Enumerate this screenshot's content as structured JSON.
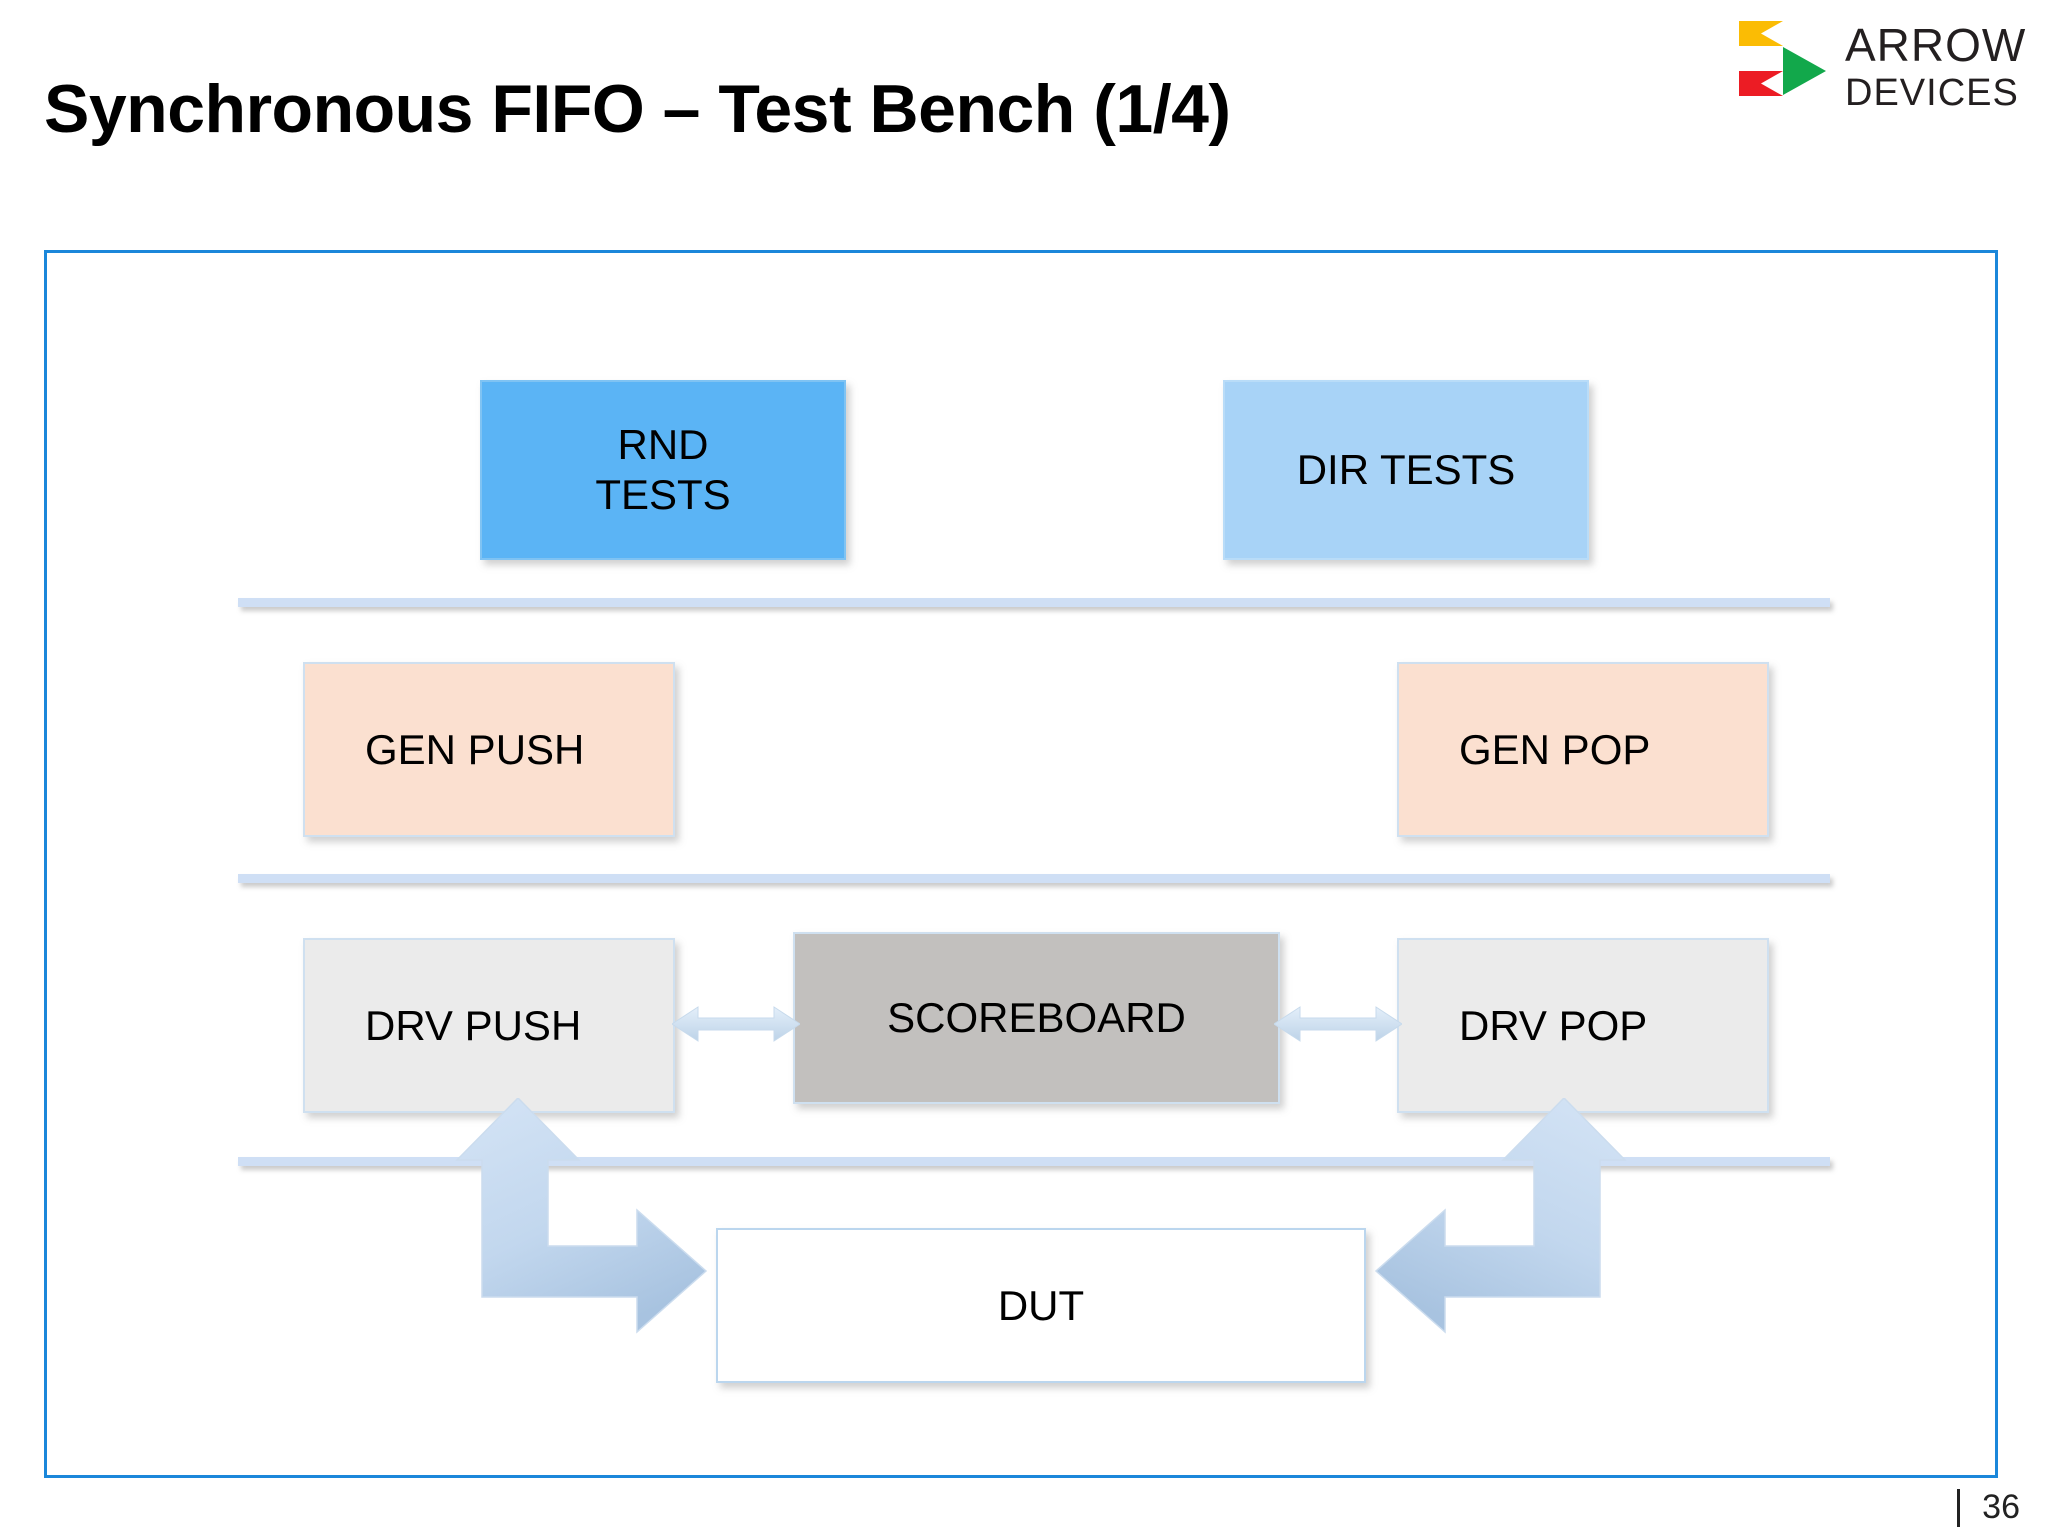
{
  "slide": {
    "title": "Synchronous FIFO – Test Bench (1/4)",
    "page_number": "36",
    "page_separator": "|"
  },
  "brand": {
    "line1": "ARROW",
    "line2": "DEVICES",
    "logo_colors": {
      "yellow": "#FBBC04",
      "green": "#12A84B",
      "red": "#EC1C24"
    }
  },
  "colors": {
    "frame_border": "#1B87DA",
    "rnd_tests_fill": "#5BB4F5",
    "dir_tests_fill": "#A8D3F7",
    "generator_fill": "#FBE0D0",
    "driver_fill": "#EBEBEB",
    "scoreboard_fill": "#C2C0BE",
    "dut_fill": "#FFFFFF",
    "separator": "#CFDFF5",
    "arrow_light": "#DCE9F8",
    "arrow_dark": "#A9C4E0"
  },
  "diagram": {
    "type": "block-diagram",
    "title": "Synchronous FIFO Test Bench architecture",
    "layers": [
      {
        "name": "test-layer",
        "nodes": [
          {
            "id": "rnd_tests",
            "label_line1": "RND",
            "label_line2": "TESTS"
          },
          {
            "id": "dir_tests",
            "label": "DIR TESTS"
          }
        ]
      },
      {
        "name": "generator-layer",
        "nodes": [
          {
            "id": "gen_push",
            "label": "GEN PUSH"
          },
          {
            "id": "gen_pop",
            "label": "GEN POP"
          }
        ]
      },
      {
        "name": "driver-layer",
        "nodes": [
          {
            "id": "drv_push",
            "label": "DRV PUSH"
          },
          {
            "id": "scoreboard",
            "label": "SCOREBOARD"
          },
          {
            "id": "drv_pop",
            "label": "DRV POP"
          }
        ]
      },
      {
        "name": "dut-layer",
        "nodes": [
          {
            "id": "dut",
            "label": "DUT"
          }
        ]
      }
    ],
    "connections": [
      {
        "from": "drv_push",
        "to": "scoreboard",
        "style": "double-headed"
      },
      {
        "from": "scoreboard",
        "to": "drv_pop",
        "style": "double-headed"
      },
      {
        "from": "drv_push",
        "to": "dut",
        "style": "bent-double-headed-right"
      },
      {
        "from": "drv_pop",
        "to": "dut",
        "style": "bent-double-headed-left"
      }
    ],
    "separator_count": 3
  }
}
